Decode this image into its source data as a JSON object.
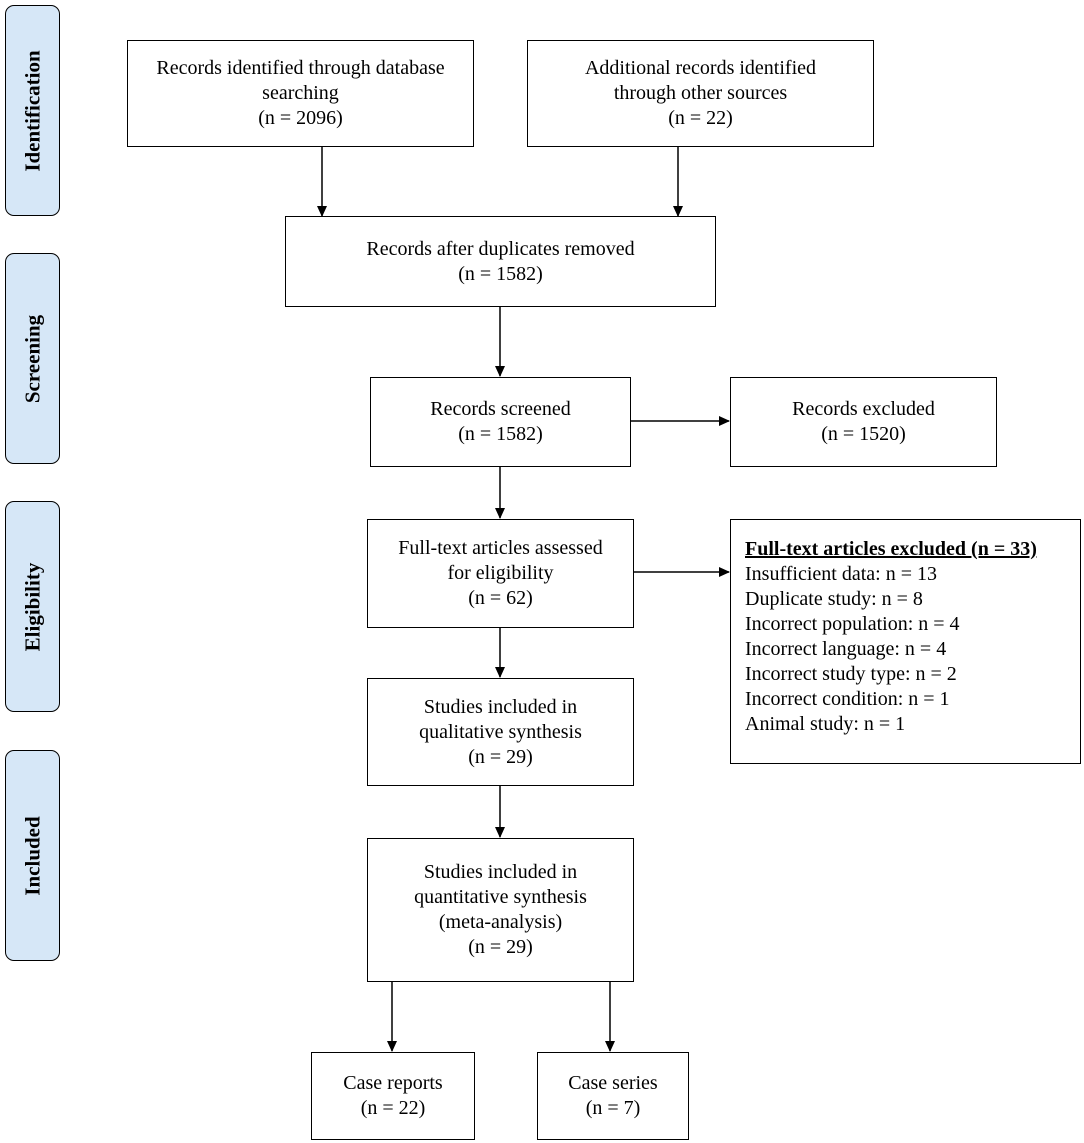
{
  "phases": {
    "identification": "Identification",
    "screening": "Screening",
    "eligibility": "Eligibility",
    "included": "Included"
  },
  "boxes": {
    "db_search": {
      "line1": "Records identified through database",
      "line2": "searching",
      "count": "(n = 2096)"
    },
    "other_sources": {
      "line1": "Additional records identified",
      "line2": "through other sources",
      "count": "(n = 22)"
    },
    "after_duplicates": {
      "line1": "Records after duplicates removed",
      "count": "(n = 1582)"
    },
    "screened": {
      "line1": "Records screened",
      "count": "(n = 1582)"
    },
    "excluded": {
      "line1": "Records excluded",
      "count": "(n = 1520)"
    },
    "full_text": {
      "line1": "Full-text articles assessed",
      "line2": "for eligibility",
      "count": "(n = 62)"
    },
    "full_text_excluded": {
      "heading": "Full-text articles excluded (n = 33)",
      "reasons": [
        "Insufficient data: n = 13",
        "Duplicate study: n = 8",
        "Incorrect population: n = 4",
        "Incorrect language: n = 4",
        "Incorrect study type: n = 2",
        "Incorrect condition: n = 1",
        "Animal study: n = 1"
      ]
    },
    "qualitative": {
      "line1": "Studies included in",
      "line2": "qualitative synthesis",
      "count": "(n = 29)"
    },
    "quantitative": {
      "line1": "Studies included in",
      "line2": "quantitative synthesis",
      "line3": "(meta-analysis)",
      "count": "(n = 29)"
    },
    "case_reports": {
      "line1": "Case reports",
      "count": "(n = 22)"
    },
    "case_series": {
      "line1": "Case series",
      "count": "(n = 7)"
    }
  }
}
